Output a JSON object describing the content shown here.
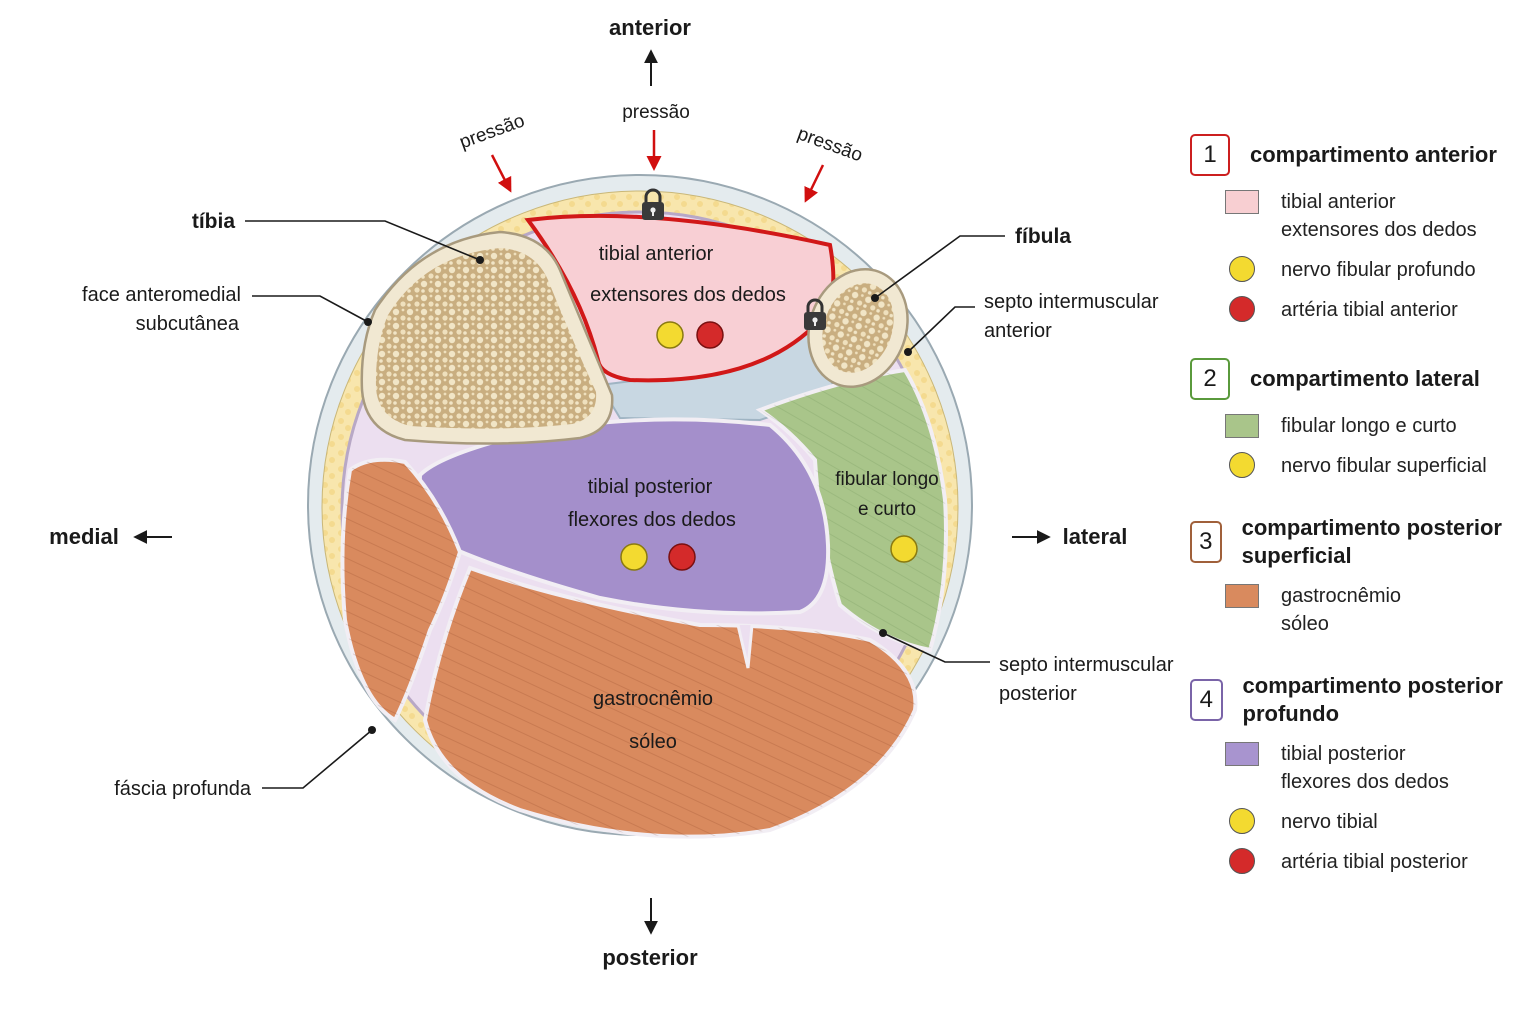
{
  "orientation": {
    "anterior": "anterior",
    "posterior": "posterior",
    "medial": "medial",
    "lateral": "lateral"
  },
  "pressure": {
    "left": "pressão",
    "center": "pressão",
    "right": "pressão"
  },
  "labels": {
    "tibia": "tíbia",
    "face_anteromedial_1": "face anteromedial",
    "face_anteromedial_2": "subcutânea",
    "fibula": "fíbula",
    "septo_anterior_1": "septo intermuscular",
    "septo_anterior_2": "anterior",
    "septo_posterior_1": "septo intermuscular",
    "septo_posterior_2": "posterior",
    "fascia": "fáscia profunda"
  },
  "regions": {
    "anterior_1": "tibial anterior",
    "anterior_2": "extensores dos dedos",
    "deep_1": "tibial posterior",
    "deep_2": "flexores dos dedos",
    "lateral_1": "fibular longo",
    "lateral_2": "e curto",
    "superficial_1": "gastrocnêmio",
    "superficial_2": "sóleo"
  },
  "colors": {
    "anterior": "#f6c8cc",
    "lateral": "#a9c58a",
    "superficial": "#d98a5e",
    "deep": "#9f88c8",
    "nerve": "#f3da30",
    "artery": "#d42a2a",
    "pressure_arrow": "#d10f0f",
    "bone": "#e6d6b0",
    "fat": "#f6e3a8"
  },
  "legend": [
    {
      "num": "1",
      "title": "compartimento anterior",
      "border": "#cc1f1f",
      "items": [
        {
          "kind": "swatch",
          "color": "#f8cfd2",
          "lines": [
            "tibial anterior",
            "extensores dos dedos"
          ]
        },
        {
          "kind": "nerve",
          "lines": [
            "nervo fibular profundo"
          ]
        },
        {
          "kind": "artery",
          "lines": [
            "artéria tibial anterior"
          ]
        }
      ]
    },
    {
      "num": "2",
      "title": "compartimento lateral",
      "border": "#5a9a3c",
      "items": [
        {
          "kind": "swatch",
          "color": "#a9c58a",
          "lines": [
            "fibular longo e curto"
          ]
        },
        {
          "kind": "nerve",
          "lines": [
            "nervo fibular superficial"
          ]
        }
      ]
    },
    {
      "num": "3",
      "title": "compartimento posterior superficial",
      "border": "#a0603a",
      "items": [
        {
          "kind": "swatch",
          "color": "#d98a5e",
          "lines": [
            "gastrocnêmio",
            "sóleo"
          ]
        }
      ]
    },
    {
      "num": "4",
      "title": "compartimento posterior profundo",
      "border": "#7a64a8",
      "items": [
        {
          "kind": "swatch",
          "color": "#a894cf",
          "lines": [
            "tibial posterior",
            "flexores dos dedos"
          ]
        },
        {
          "kind": "nerve",
          "lines": [
            "nervo tibial"
          ]
        },
        {
          "kind": "artery",
          "lines": [
            "artéria tibial posterior"
          ]
        }
      ]
    }
  ]
}
